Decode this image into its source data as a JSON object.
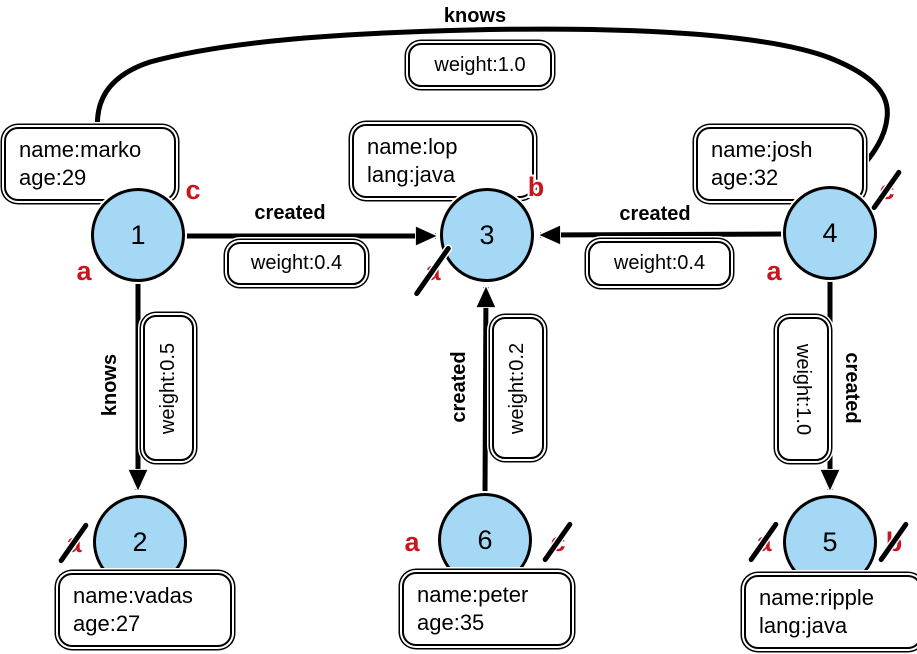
{
  "diagram": {
    "type": "property-graph",
    "colors": {
      "node_fill": "#A5D8F5",
      "node_border": "#000000",
      "marker_red": "#C8161E",
      "edge": "#000000"
    },
    "nodes": [
      {
        "id": "1",
        "props": [
          "name:marko",
          "age:29"
        ],
        "markers": [
          {
            "letter": "c",
            "slashed": false
          },
          {
            "letter": "a",
            "slashed": false
          }
        ]
      },
      {
        "id": "2",
        "props": [
          "name:vadas",
          "age:27"
        ],
        "markers": [
          {
            "letter": "a",
            "slashed": true
          }
        ]
      },
      {
        "id": "3",
        "props": [
          "name:lop",
          "lang:java"
        ],
        "markers": [
          {
            "letter": "b",
            "slashed": false
          },
          {
            "letter": "a",
            "slashed": true
          }
        ]
      },
      {
        "id": "4",
        "props": [
          "name:josh",
          "age:32"
        ],
        "markers": [
          {
            "letter": "c",
            "slashed": true
          },
          {
            "letter": "a",
            "slashed": false
          }
        ]
      },
      {
        "id": "5",
        "props": [
          "name:ripple",
          "lang:java"
        ],
        "markers": [
          {
            "letter": "a",
            "slashed": true
          },
          {
            "letter": "b",
            "slashed": true
          }
        ]
      },
      {
        "id": "6",
        "props": [
          "name:peter",
          "age:35"
        ],
        "markers": [
          {
            "letter": "a",
            "slashed": false
          },
          {
            "letter": "c",
            "slashed": true
          }
        ]
      }
    ],
    "edges": [
      {
        "from": "1",
        "to": "4",
        "label": "knows",
        "weight": "weight:1.0"
      },
      {
        "from": "1",
        "to": "3",
        "label": "created",
        "weight": "weight:0.4"
      },
      {
        "from": "4",
        "to": "3",
        "label": "created",
        "weight": "weight:0.4"
      },
      {
        "from": "1",
        "to": "2",
        "label": "knows",
        "weight": "weight:0.5"
      },
      {
        "from": "6",
        "to": "3",
        "label": "created",
        "weight": "weight:0.2"
      },
      {
        "from": "4",
        "to": "5",
        "label": "created",
        "weight": "weight:1.0"
      }
    ]
  }
}
